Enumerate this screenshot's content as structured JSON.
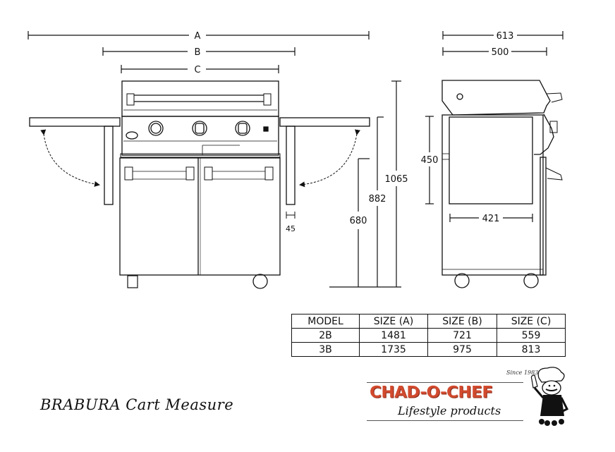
{
  "title": "BRABURA Cart Measure",
  "front_view": {
    "dimensions": {
      "overall_width": "A",
      "grill_body_width": "B",
      "inner_width": "C",
      "leg_width": "45",
      "total_height": "1065",
      "side_shelf_height": "882",
      "counter_height": "680"
    },
    "knobs_count": 3,
    "door_count": 2
  },
  "side_view": {
    "dimensions": {
      "depth_overall": "613",
      "depth_cart": "500",
      "cabinet_height": "450",
      "cabinet_depth": "421"
    }
  },
  "spec_table": {
    "headers": [
      "MODEL",
      "SIZE (A)",
      "SIZE (B)",
      "SIZE (C)"
    ],
    "rows": [
      [
        "2B",
        "1481",
        "721",
        "559"
      ],
      [
        "3B",
        "1735",
        "975",
        "813"
      ]
    ]
  },
  "logo": {
    "since": "Since 1983",
    "brand": "CHAD-O-CHEF",
    "tagline": "Lifestyle products",
    "brand_color": "#d24a2e"
  }
}
